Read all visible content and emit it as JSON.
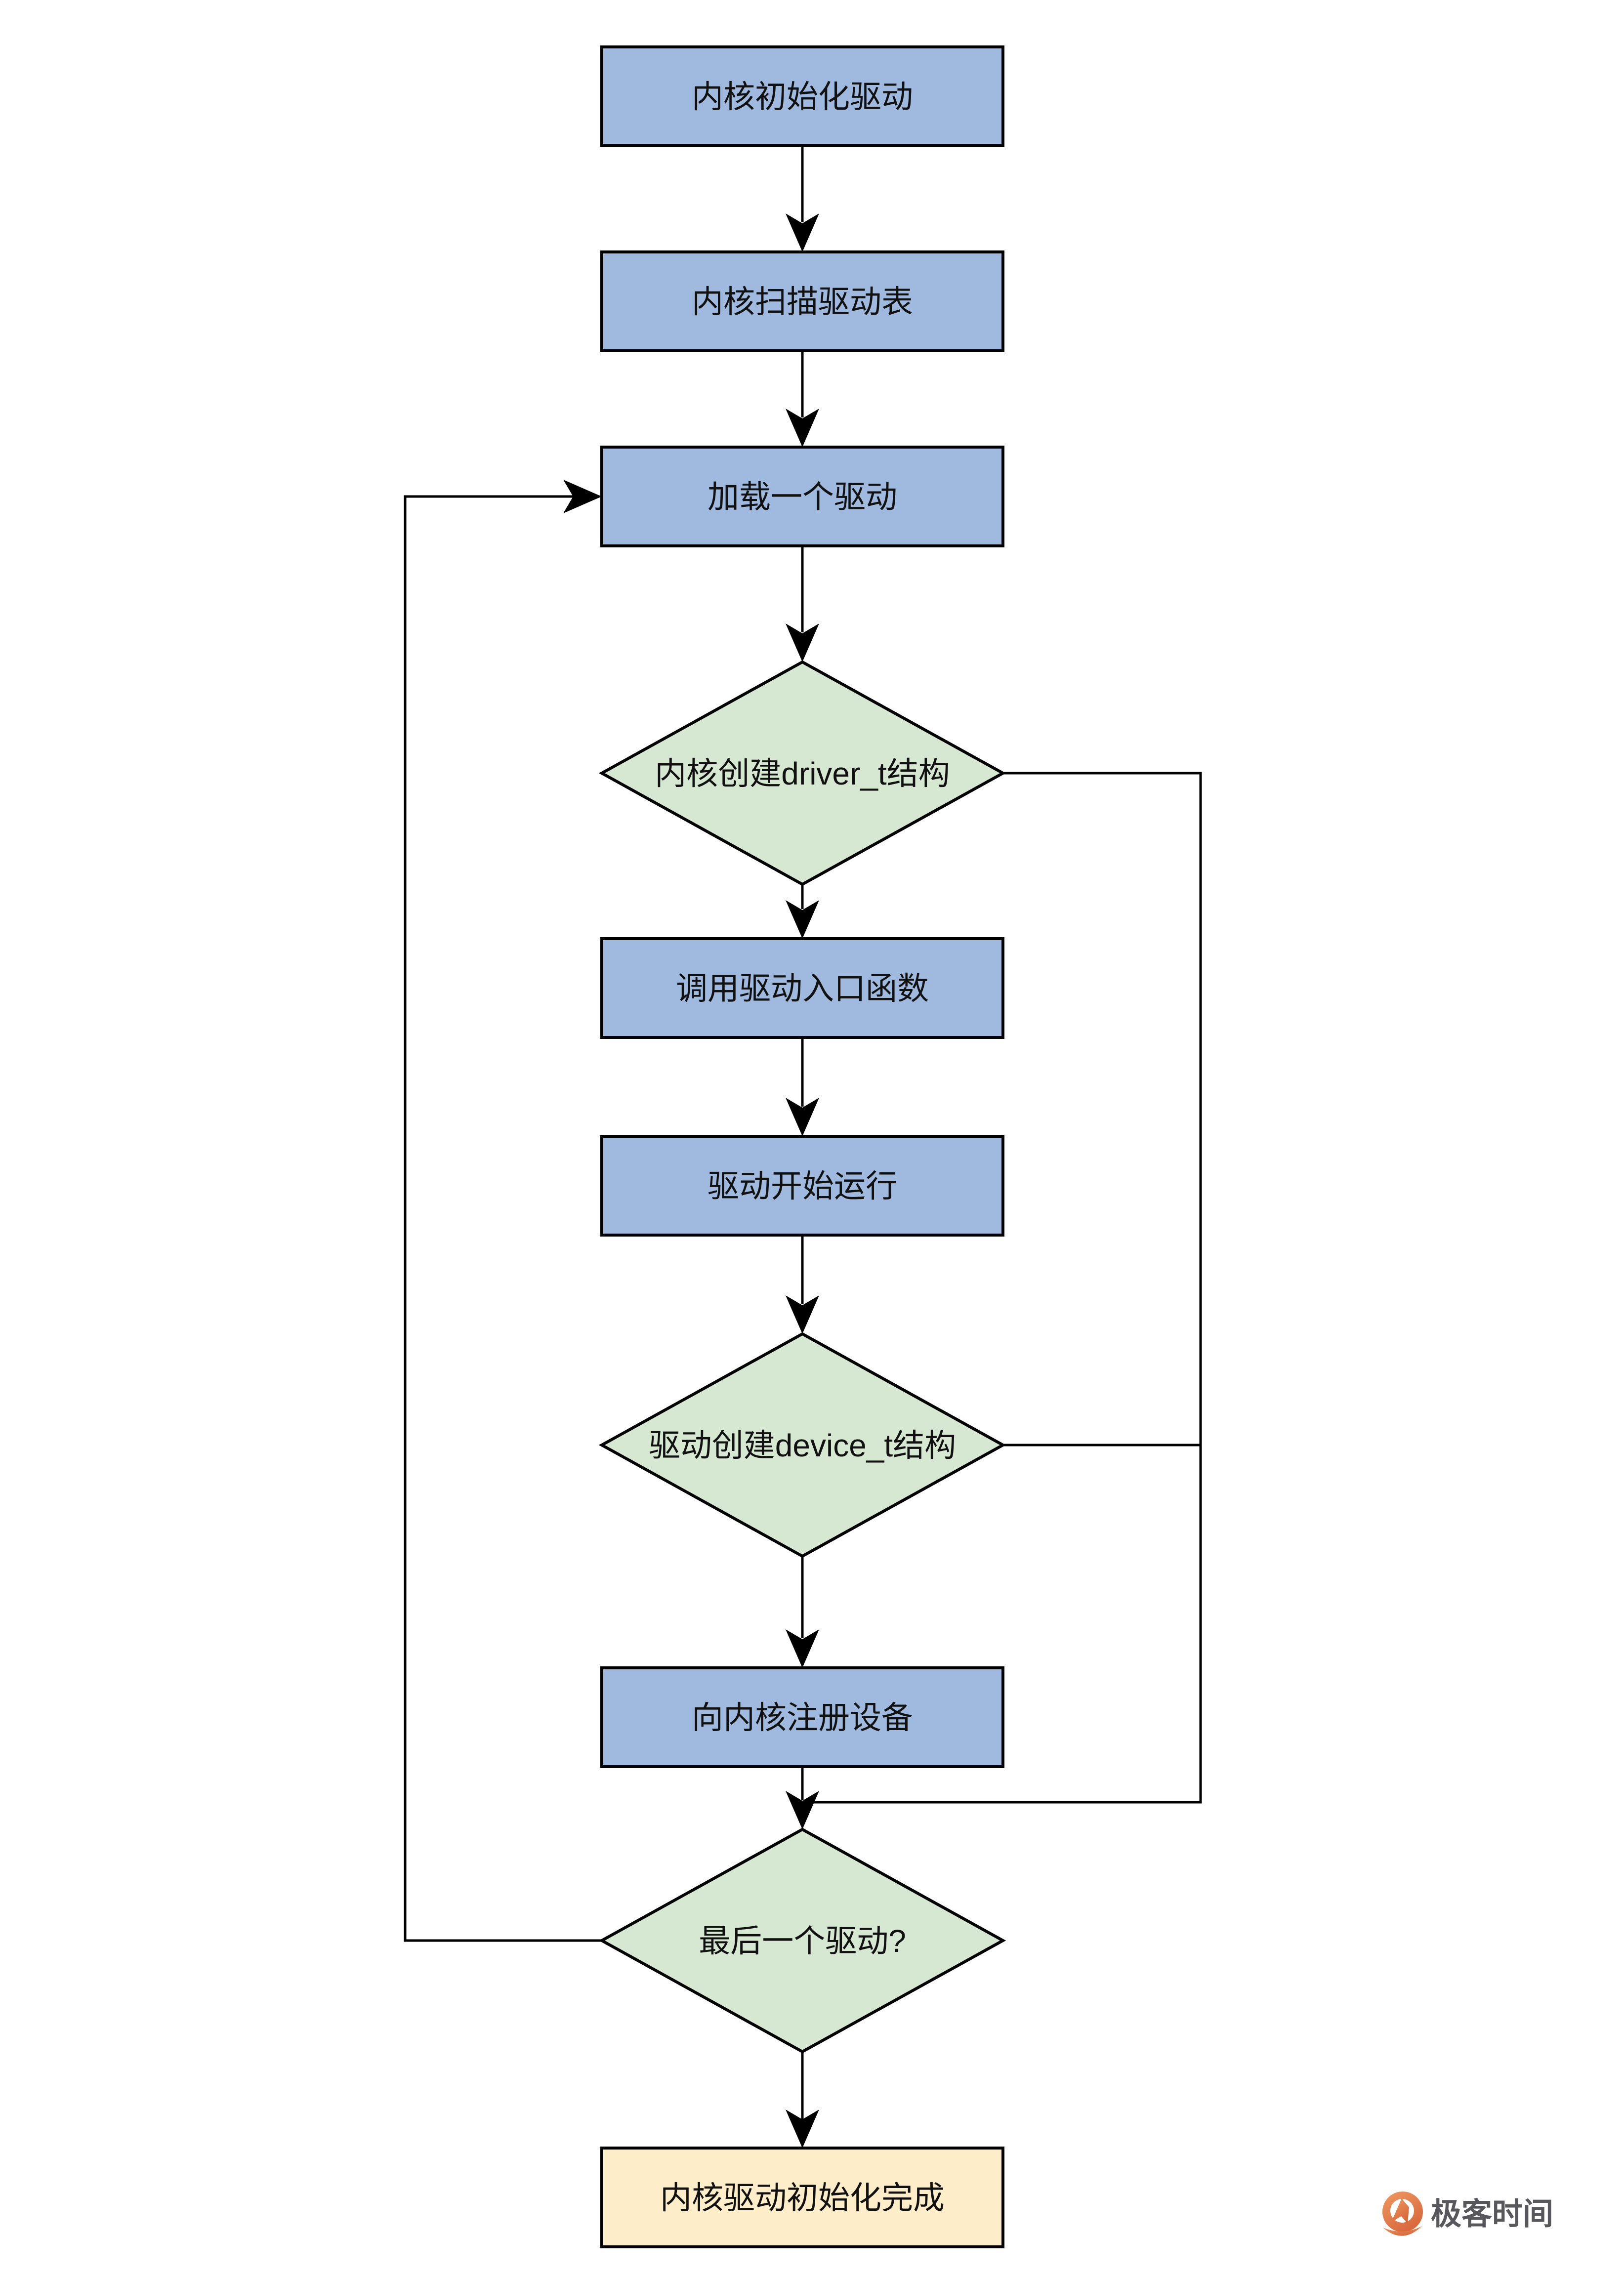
{
  "diagram": {
    "type": "flowchart",
    "nodes": [
      {
        "id": "start",
        "shape": "process",
        "label": "内核初始化驱动"
      },
      {
        "id": "scan-table",
        "shape": "process",
        "label": "内核扫描驱动表"
      },
      {
        "id": "load-driver",
        "shape": "process",
        "label": "加载一个驱动"
      },
      {
        "id": "create-driver-t",
        "shape": "decision",
        "label": "内核创建driver_t结构"
      },
      {
        "id": "call-entry",
        "shape": "process",
        "label": "调用驱动入口函数"
      },
      {
        "id": "driver-run",
        "shape": "process",
        "label": "驱动开始运行"
      },
      {
        "id": "create-device-t",
        "shape": "decision",
        "label": "驱动创建device_t结构"
      },
      {
        "id": "register-device",
        "shape": "process",
        "label": "向内核注册设备"
      },
      {
        "id": "last-driver",
        "shape": "decision",
        "label": "最后一个驱动?"
      },
      {
        "id": "init-done",
        "shape": "terminal",
        "label": "内核驱动初始化完成"
      }
    ],
    "edges": [
      {
        "from": "start",
        "to": "scan-table"
      },
      {
        "from": "scan-table",
        "to": "load-driver"
      },
      {
        "from": "load-driver",
        "to": "create-driver-t"
      },
      {
        "from": "create-driver-t",
        "to": "call-entry"
      },
      {
        "from": "call-entry",
        "to": "driver-run"
      },
      {
        "from": "driver-run",
        "to": "create-device-t"
      },
      {
        "from": "create-device-t",
        "to": "register-device"
      },
      {
        "from": "register-device",
        "to": "last-driver"
      },
      {
        "from": "last-driver",
        "to": "init-done"
      },
      {
        "from": "create-driver-t",
        "to": "last-driver",
        "via": "right-bypass"
      },
      {
        "from": "create-device-t",
        "to": "last-driver",
        "via": "right-bypass"
      },
      {
        "from": "last-driver",
        "to": "load-driver",
        "via": "left-loop"
      }
    ],
    "colors": {
      "process_fill": "#9fbade",
      "decision_fill": "#d6e7d2",
      "terminal_fill": "#fdeec9",
      "stroke": "#000000"
    }
  },
  "watermark": {
    "brand": "极客时间",
    "logo": "geektime-pin-icon",
    "logo_color": "#e2713d",
    "text_color": "#58575c"
  }
}
